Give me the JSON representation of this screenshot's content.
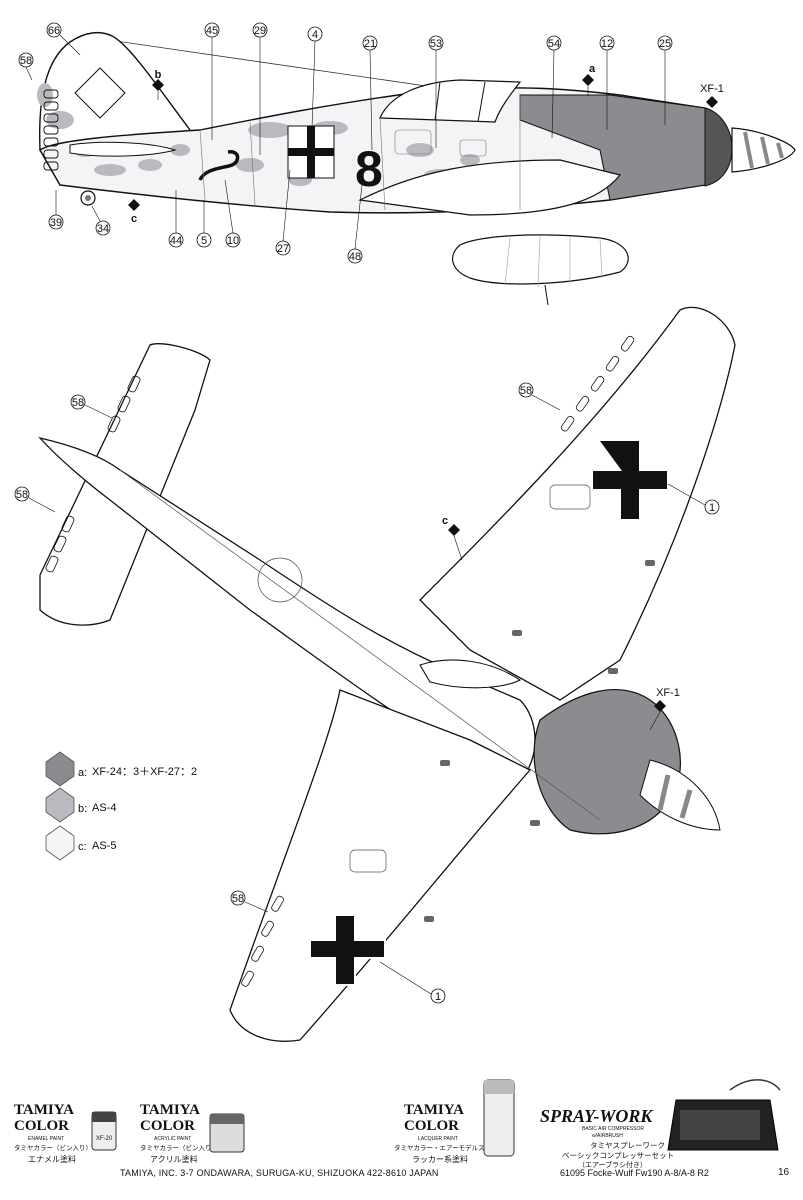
{
  "side_view": {
    "callouts": [
      "58",
      "66",
      "45",
      "29",
      "4",
      "21",
      "53",
      "54",
      "12",
      "25",
      "39",
      "34",
      "44",
      "5",
      "10",
      "27",
      "48"
    ],
    "color_tags": {
      "a": "a",
      "b": "b",
      "c": "c",
      "xf1": "XF-1"
    },
    "fuselage_number": "8"
  },
  "top_view": {
    "callouts": [
      "58",
      "58",
      "58",
      "1",
      "1"
    ],
    "color_tags": {
      "c": "c",
      "xf1": "XF-1"
    }
  },
  "legend": [
    {
      "key": "a:",
      "text": "XF-24：3＋XF-27：2",
      "color": "#8c8c90"
    },
    {
      "key": "b:",
      "text": "AS-4",
      "color": "#b9b9bf"
    },
    {
      "key": "c:",
      "text": "AS-5",
      "color": "#f4f4f6"
    }
  ],
  "ads": {
    "enamel": {
      "brand_line1": "TAMIYA",
      "brand_line2": "COLOR",
      "type": "ENAMEL PAINT",
      "jp1": "タミヤカラー（ビン入り）",
      "jp2": "エナメル塗料",
      "jar_label": "XF-20"
    },
    "acrylic": {
      "brand_line1": "TAMIYA",
      "brand_line2": "COLOR",
      "type": "ACRYLIC PAINT",
      "jp1": "タミヤカラー（ビン入り）",
      "jp2": "アクリル塗料"
    },
    "lacquer": {
      "brand_line1": "TAMIYA",
      "brand_line2": "COLOR",
      "type": "LACQUER PAINT",
      "jp1": "タミヤカラー・エアーモデルスプレー",
      "jp2": "ラッカー系塗料"
    },
    "spray": {
      "brand": "SPRAY-WORK",
      "sub1": "BASIC AIR COMPRESSOR",
      "sub2": "w/AIRBRUSH",
      "jp1": "タミヤスプレーワーク",
      "jp2": "ベーシックコンプレッサーセット",
      "jp3": "（エアーブラシ付き）"
    }
  },
  "footer": {
    "address": "TAMIYA, INC.  3-7 ONDAWARA, SURUGA-KU, SHIZUOKA 422-8610 JAPAN",
    "code": "61095  Focke-Wulf Fw190 A-8/A-8 R2",
    "page": "16"
  }
}
